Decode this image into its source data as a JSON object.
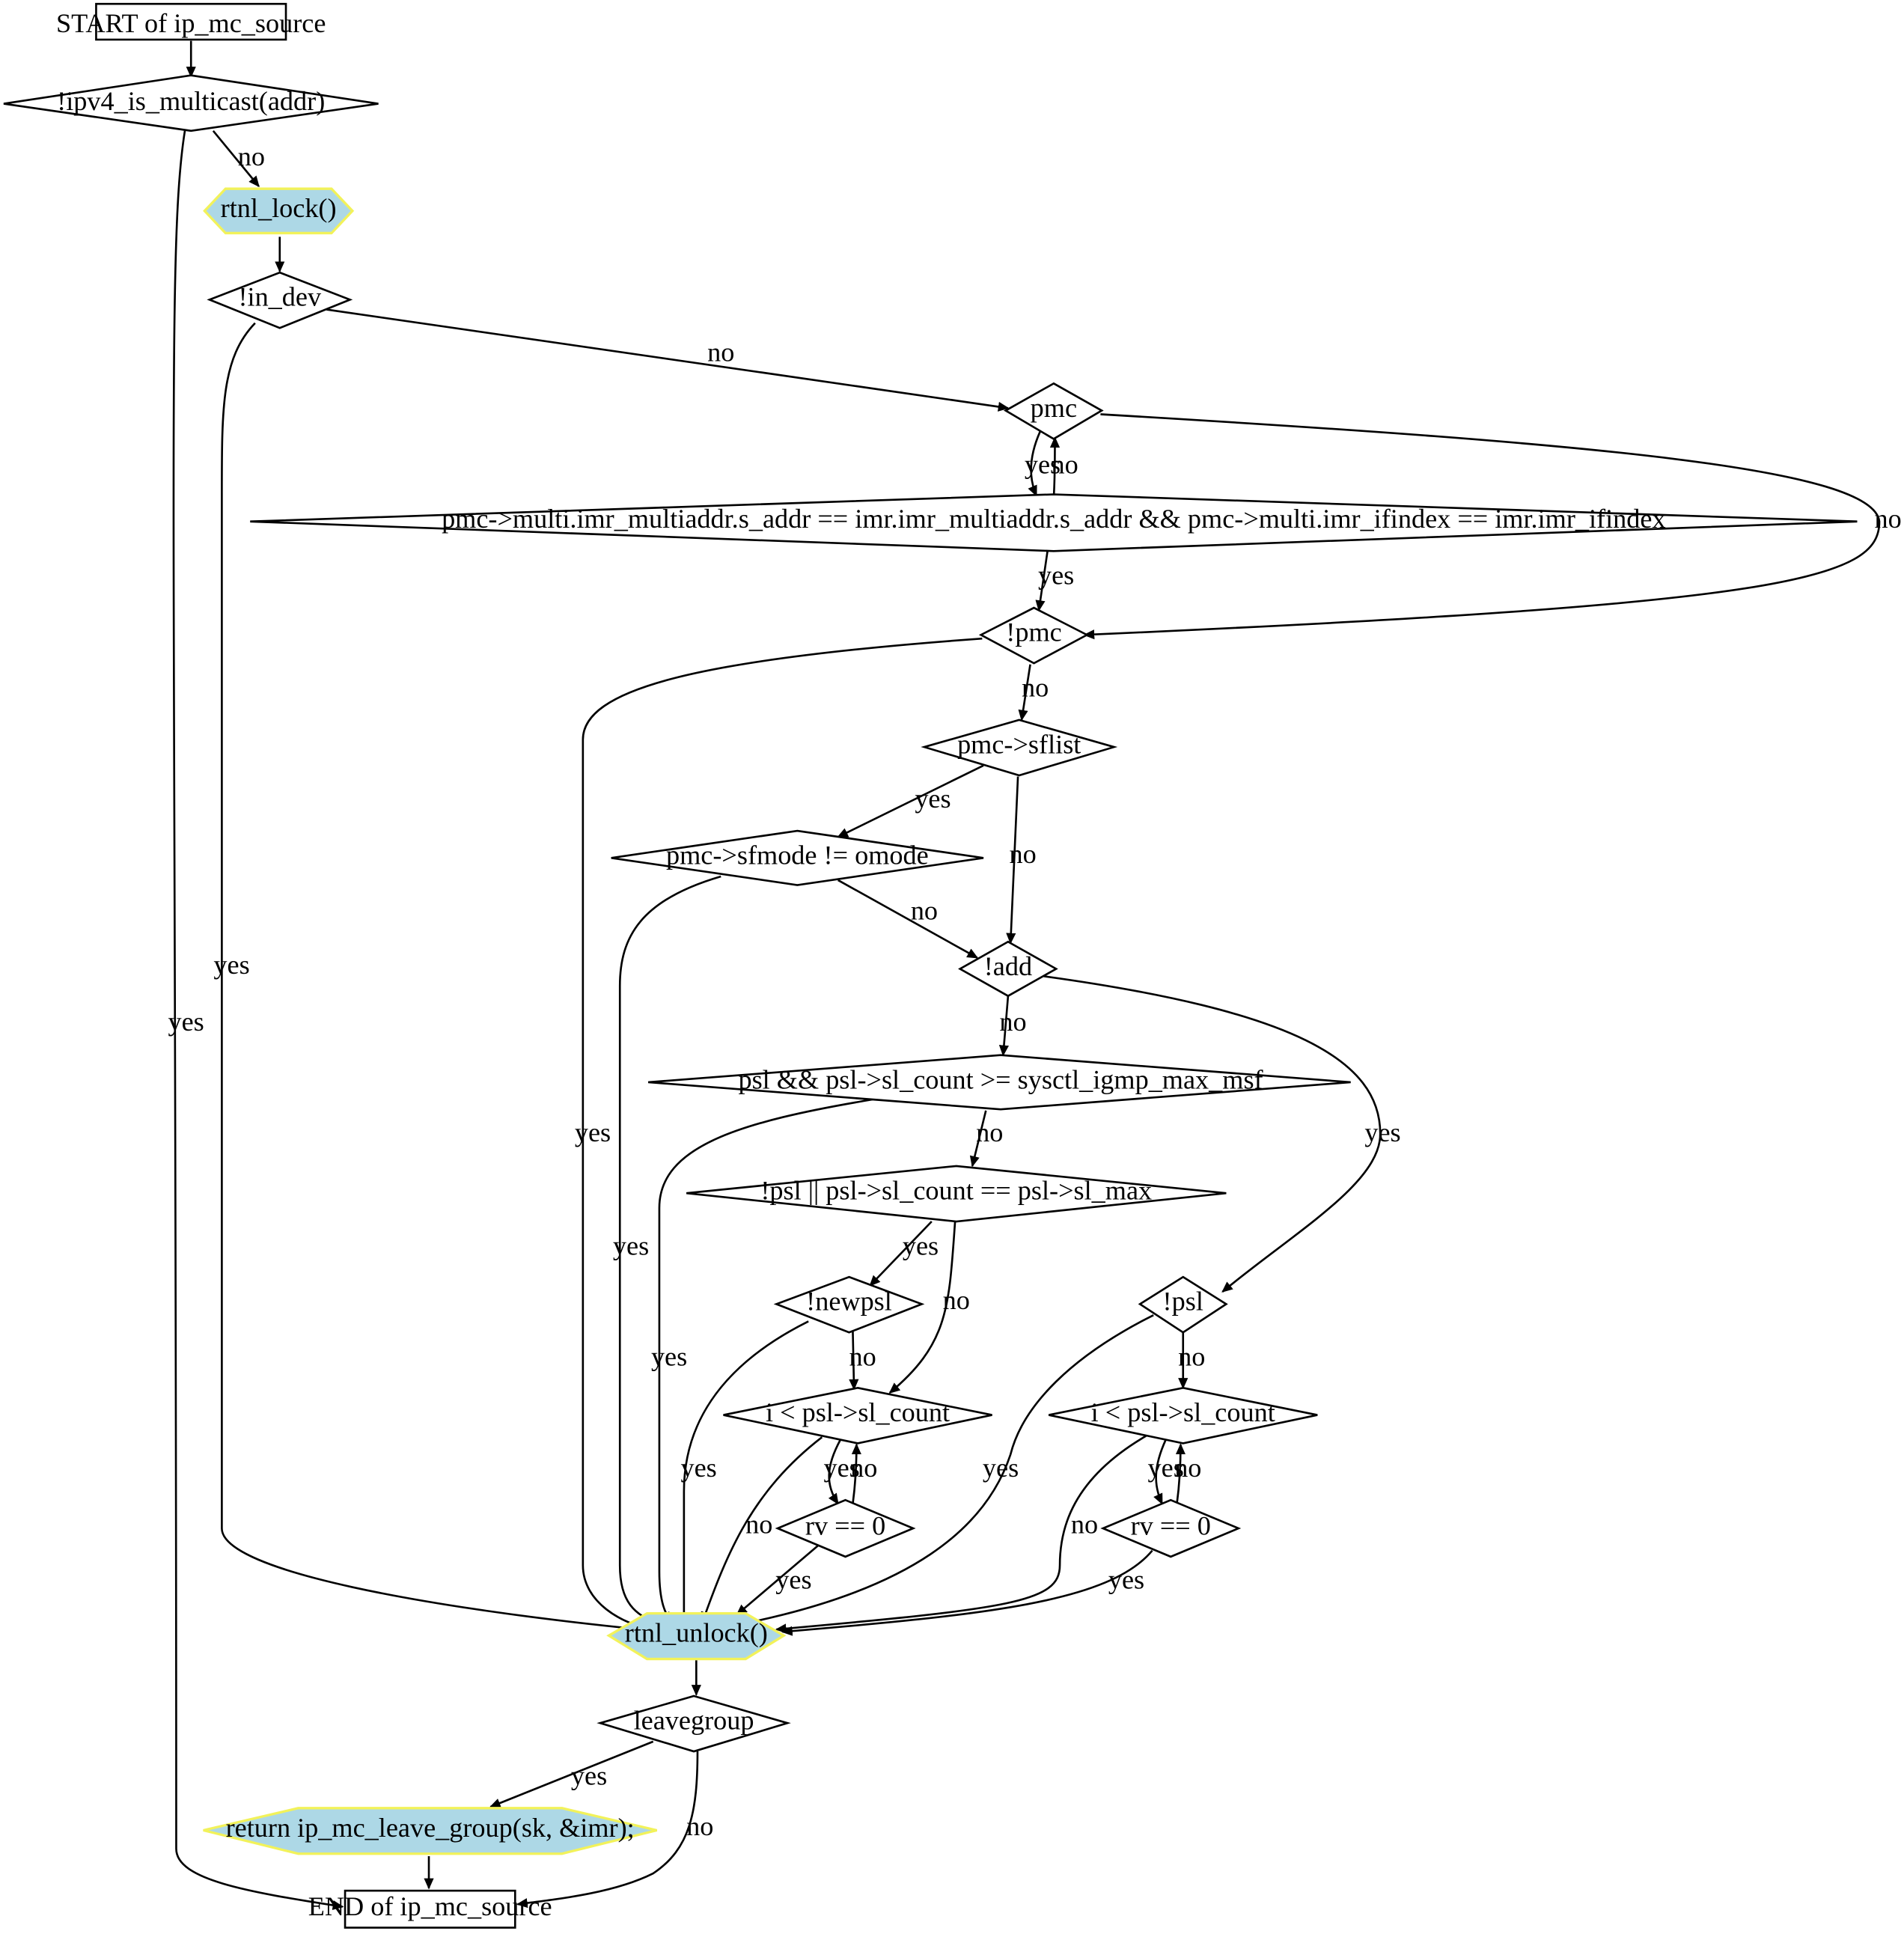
{
  "nodes": {
    "start": "START of ip_mc_source",
    "mcast": "!ipv4_is_multicast(addr)",
    "rtnl_lock": "rtnl_lock()",
    "in_dev": "!in_dev",
    "pmc": "pmc",
    "addr_cmp": "pmc->multi.imr_multiaddr.s_addr == imr.imr_multiaddr.s_addr && pmc->multi.imr_ifindex == imr.imr_ifindex",
    "not_pmc": "!pmc",
    "sflist": "pmc->sflist",
    "sfmode": "pmc->sfmode != omode",
    "add": "!add",
    "psl_max": "psl && psl->sl_count >= sysctl_igmp_max_msf",
    "psl_full": "!psl || psl->sl_count == psl->sl_max",
    "newpsl": "!newpsl",
    "loop_left": "i < psl->sl_count",
    "rv_left": "rv == 0",
    "not_psl": "!psl",
    "loop_right": "i < psl->sl_count",
    "rv_right": "rv == 0",
    "rtnl_unlock": "rtnl_unlock()",
    "leavegroup": "leavegroup",
    "return_leave": "return ip_mc_leave_group(sk, &imr);",
    "end": "END of ip_mc_source"
  },
  "edges": {
    "mcast_no": "no",
    "mcast_yes": "yes",
    "indev_no": "no",
    "indev_yes": "yes",
    "pmc_yes": "yes",
    "cmp_no": "no",
    "pmc_no": "no",
    "cmp_yes": "yes",
    "notpmc_yes": "yes",
    "notpmc_no": "no",
    "sflist_yes": "yes",
    "sflist_no": "no",
    "sfmode_yes": "yes",
    "sfmode_no": "no",
    "add_no": "no",
    "add_yes": "yes",
    "pslmax_yes": "yes",
    "pslmax_no": "no",
    "pslfull_yes": "yes",
    "pslfull_no": "no",
    "newpsl_yes": "yes",
    "newpsl_no": "no",
    "loopL_yes": "yes",
    "rvL_no": "no",
    "loopL_no": "no",
    "rvL_yes": "yes",
    "notpsl_no": "no",
    "notpsl_yes": "yes",
    "loopR_yes": "yes",
    "rvR_no": "no",
    "loopR_no": "no",
    "rvR_yes": "yes",
    "leave_yes": "yes",
    "leave_no": "no"
  },
  "colors": {
    "action_fill": "#add8e6",
    "action_stroke": "#f2f25a",
    "line": "#000000"
  }
}
